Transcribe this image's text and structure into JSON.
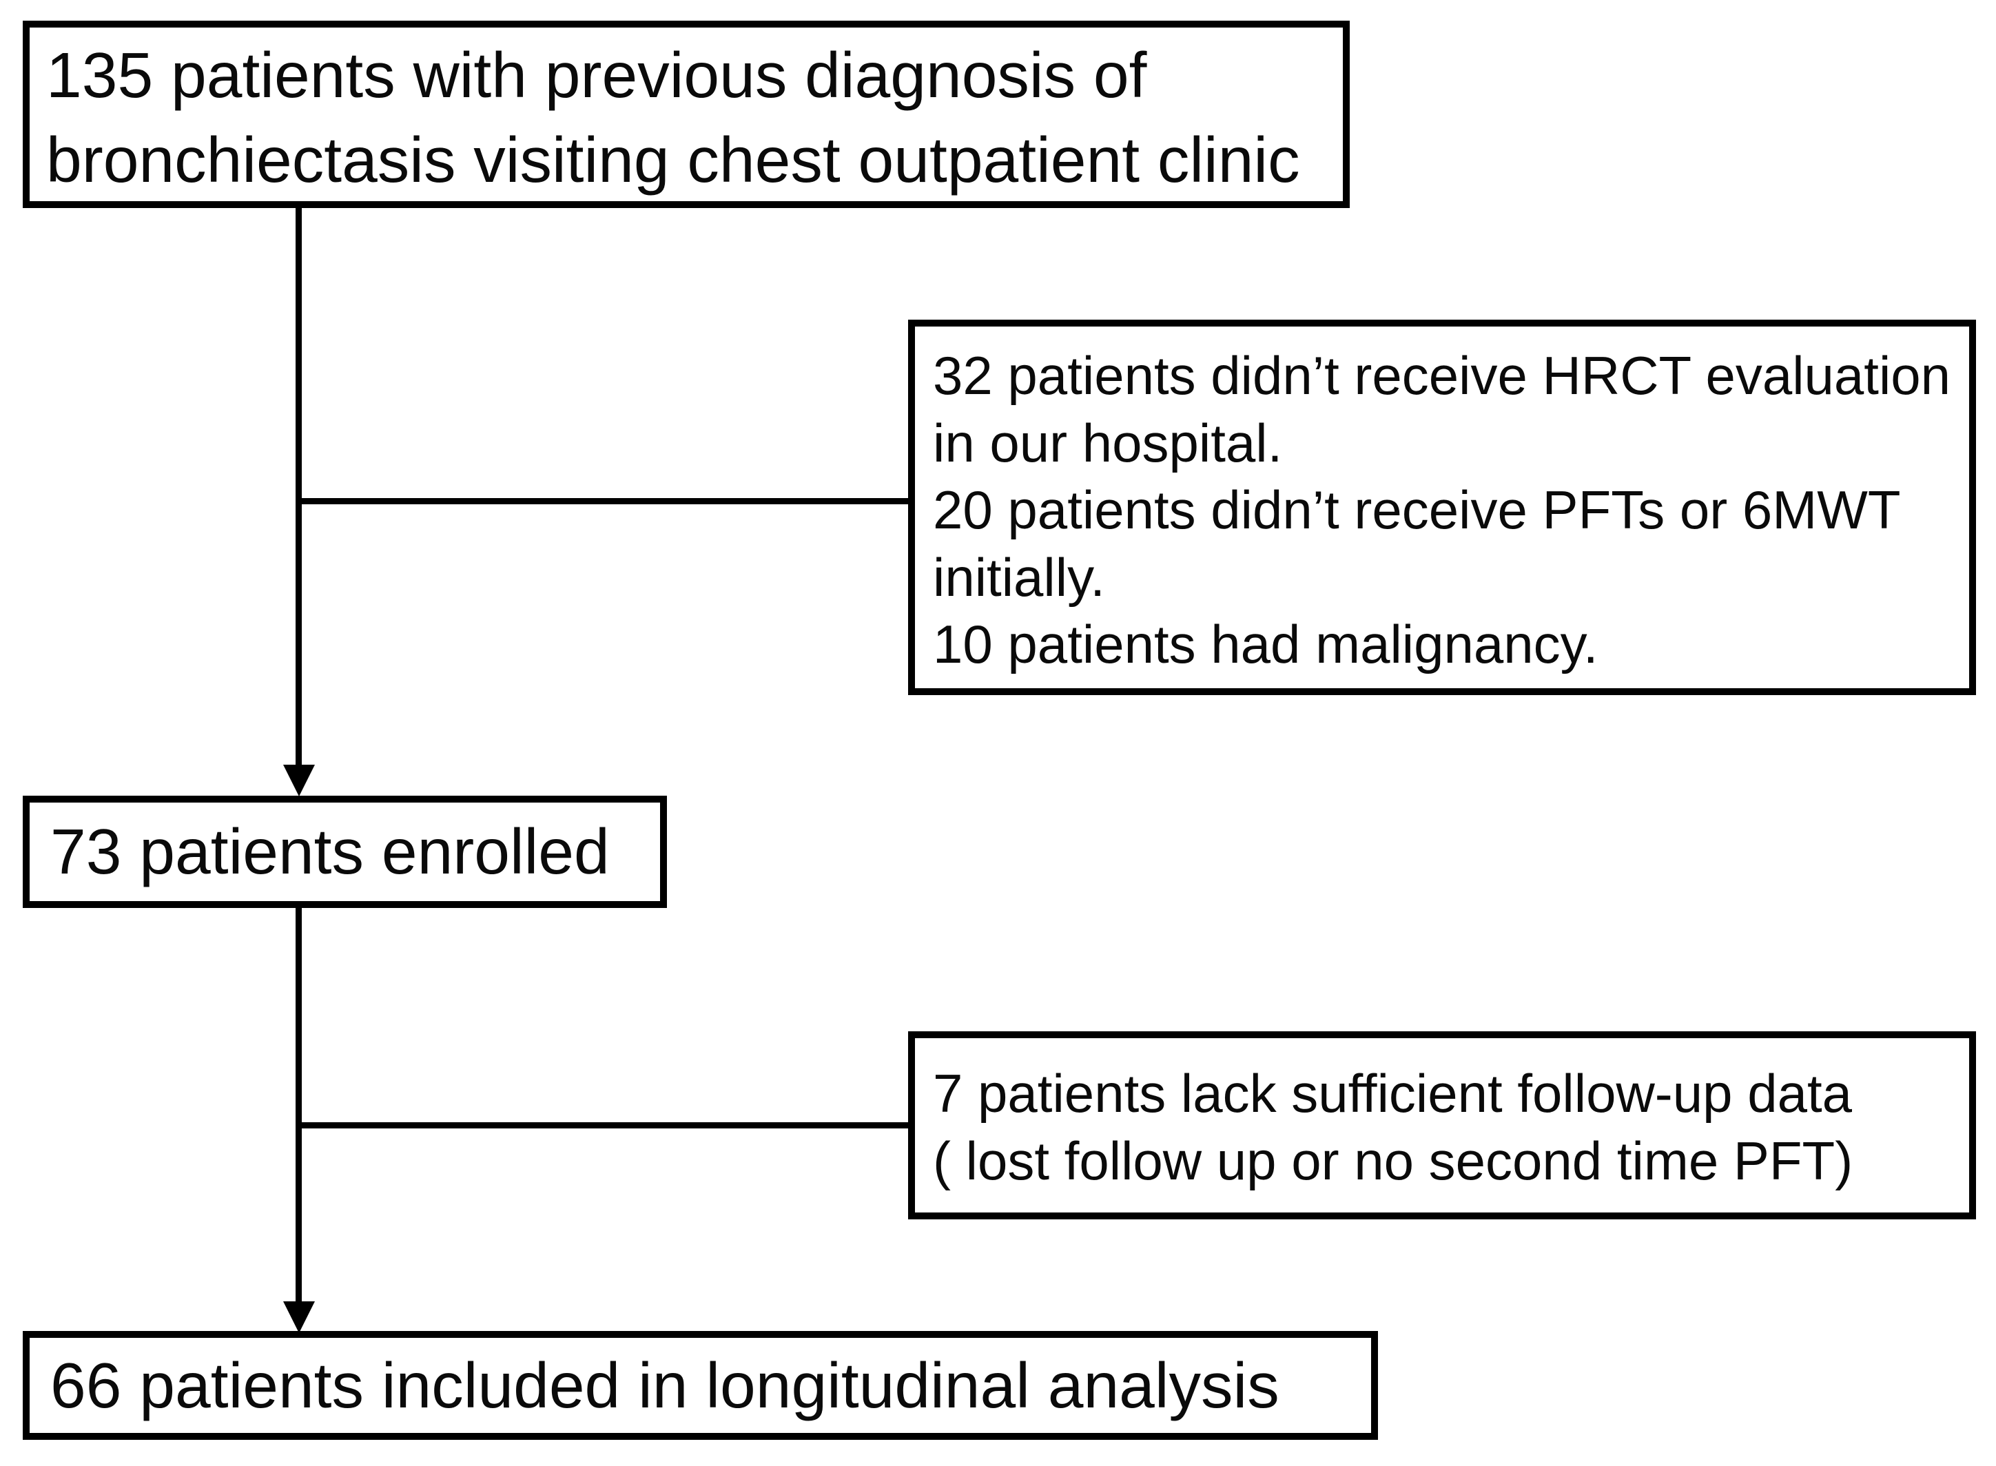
{
  "flowchart": {
    "box_initial": {
      "text": "135 patients with previous diagnosis of bronchiectasis visiting chest outpatient clinic"
    },
    "box_exclusion_initial": {
      "items": [
        "32 patients didn’t receive HRCT evaluation in our hospital.",
        "20 patients didn’t receive PFTs or 6MWT initially.",
        "10 patients had malignancy."
      ]
    },
    "box_enrolled": {
      "text": "73 patients enrolled"
    },
    "box_exclusion_followup": {
      "items": [
        "7 patients lack sufficient follow-up data",
        "( lost follow up or no second time PFT)"
      ]
    },
    "box_final": {
      "text": "66 patients included in longitudinal analysis"
    },
    "counts": {
      "initial": 135,
      "excluded_no_hrct": 32,
      "excluded_no_pft_6mwt": 20,
      "excluded_malignancy": 10,
      "enrolled": 73,
      "excluded_insufficient_followup": 7,
      "longitudinal_analysis": 66
    }
  },
  "colors": {
    "line": "#000000",
    "text": "#0a0a0a",
    "background": "#ffffff",
    "box_fill": "#ffffff"
  }
}
